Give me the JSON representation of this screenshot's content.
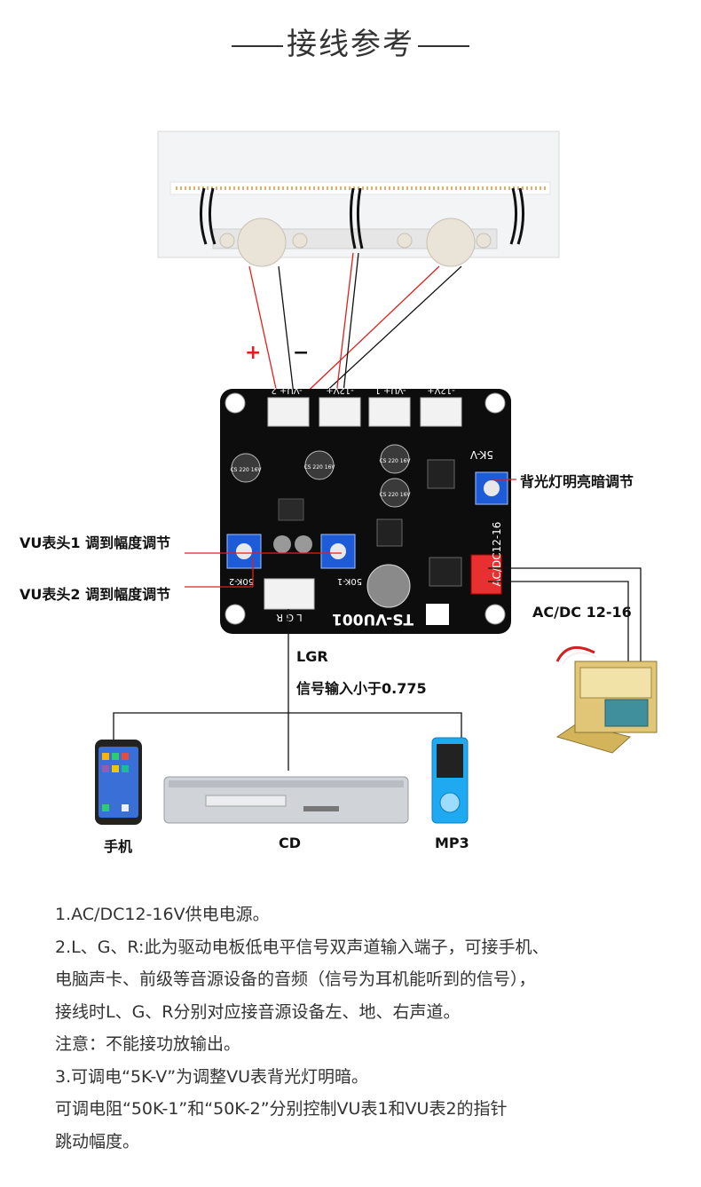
{
  "title": "接线参考",
  "labels": {
    "plus": "+",
    "minus": "−",
    "backlight": "背光灯明亮暗调节",
    "vu1": "VU表头1 调到幅度调节",
    "vu2": "VU表头2 调到幅度调节",
    "power": "AC/DC 12-16",
    "lgr": "LGR",
    "signal": "信号输入小于0.775",
    "phone": "手机",
    "cd": "CD",
    "mp3": "MP3"
  },
  "board": {
    "header_labels": [
      "-VU+ 2",
      "-12V+",
      "-VU+ 1",
      "-12V+"
    ],
    "pot_label": "5K-V",
    "ac_label": "AC/DC12-16",
    "pot50k_2": "50K-2",
    "pot50k_1": "50K-1",
    "lgr_pins": "L G R",
    "brand": "TS-VU001",
    "cap_text": "CS 220 16V"
  },
  "notes": [
    "1.AC/DC12-16V供电电源。",
    "2.L、G、R:此为驱动电板低电平信号双声道输入端子，可接手机、",
    "电脑声卡、前级等音源设备的音频（信号为耳机能听到的信号），",
    "接线时L、G、R分别对应接音源设备左、地、右声道。",
    "注意：不能接功放输出。",
    "3.可调电“5K-V”为调整VU表背光灯明暗。",
    "可调电阻“50K-1”和“50K-2”分别控制VU表1和VU表2的指针",
    "跳动幅度。"
  ]
}
